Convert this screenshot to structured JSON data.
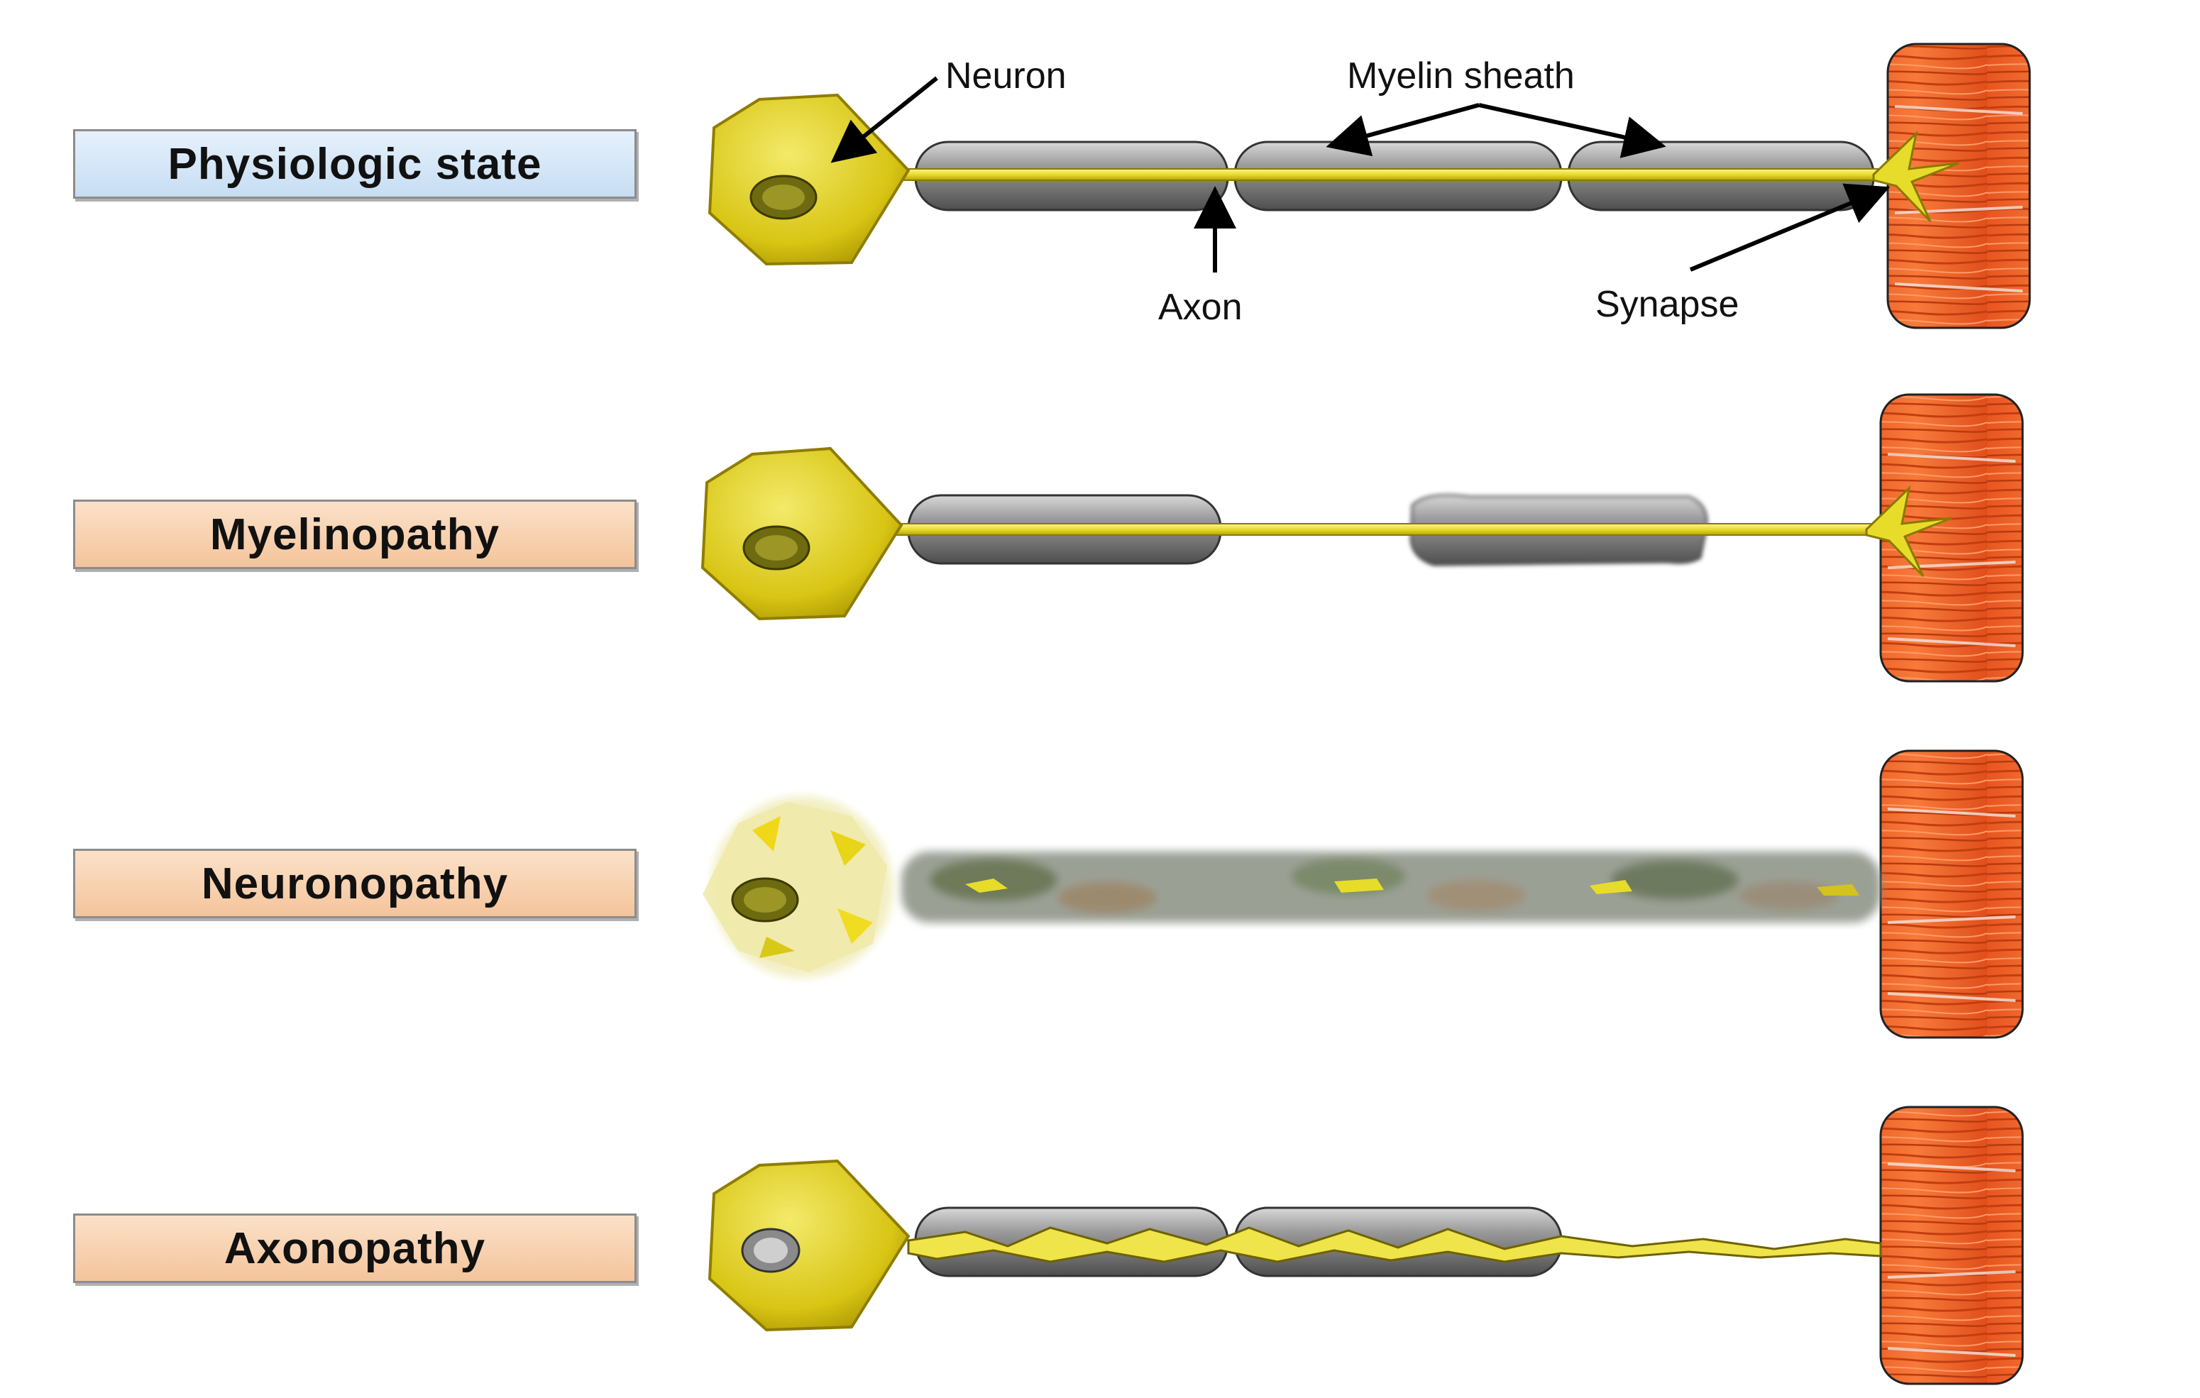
{
  "rows": [
    {
      "label": "Physiologic state",
      "style": "blue"
    },
    {
      "label": "Myelinopathy",
      "style": "orange"
    },
    {
      "label": "Neuronopathy",
      "style": "orange"
    },
    {
      "label": "Axonopathy",
      "style": "orange"
    }
  ],
  "callouts": {
    "neuron": "Neuron",
    "myelin_sheath": "Myelin sheath",
    "axon": "Axon",
    "synapse": "Synapse"
  },
  "colors": {
    "neuron_body": "#e2d21a",
    "axon": "#f2e64a",
    "myelin": "#8a8a8a",
    "muscle": "#f06a2a",
    "label_blue": "#cfe3f6",
    "label_orange": "#f7cda6"
  }
}
